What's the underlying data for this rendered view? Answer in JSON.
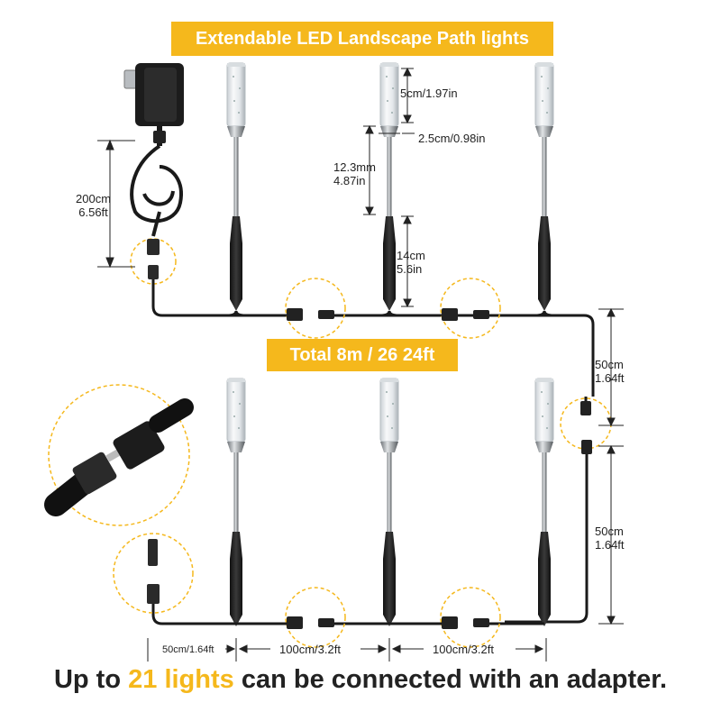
{
  "title_banner": "Extendable LED Landscape Path lights",
  "total_banner": "Total 8m / 26 24ft",
  "dimensions": {
    "cable_length": [
      "200cm",
      "6.56ft"
    ],
    "tube_height": "5cm/1.97in",
    "tube_diameter": "2.5cm/0.98in",
    "stem_length": [
      "12.3mm",
      "4.87in"
    ],
    "stake_length": [
      "14cm",
      "5.6in"
    ],
    "riser_upper": [
      "50cm",
      "1.64ft"
    ],
    "riser_lower": [
      "50cm",
      "1.64ft"
    ],
    "bottom_first": "50cm/1.64ft",
    "bottom_second": "100cm/3.2ft",
    "bottom_third": "100cm/3.2ft"
  },
  "footer": {
    "prefix": "Up to ",
    "highlight": "21 lights",
    "suffix": " can be connected with an adapter."
  },
  "colors": {
    "accent": "#f5b81c",
    "cable": "#1a1a1a",
    "text": "#222222"
  }
}
